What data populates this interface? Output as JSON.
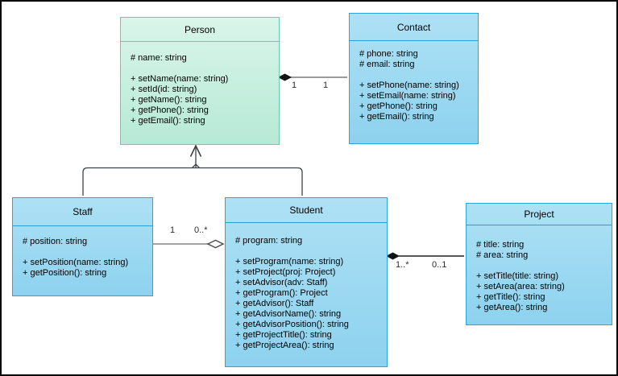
{
  "diagram": {
    "kind": "uml-class-diagram",
    "background_color": "#ffffff",
    "canvas_border_color": "#000000",
    "palette": {
      "green_fill_top": "#d9f5e9",
      "green_fill_bottom": "#b7ead6",
      "green_border": "#6cc9ac",
      "blue_fill_top": "#aee1f5",
      "blue_fill_bottom": "#8dd2ee",
      "blue_border": "#29a4dc",
      "edge_gray": "#9b9b9b",
      "edge_dark": "#3c4247"
    }
  },
  "classes": [
    {
      "title": "Person",
      "color": "green",
      "attributes": [
        "# name: string"
      ],
      "methods": [
        "+ setName(name: string)",
        "+ setId(id: string)",
        "+ getName(): string",
        "+ getPhone(): string",
        "+ getEmail(): string"
      ]
    },
    {
      "title": "Contact",
      "color": "blue",
      "attributes": [
        "# phone: string",
        "# email: string"
      ],
      "methods": [
        "+ setPhone(name: string)",
        "+ setEmail(name: string)",
        "+ getPhone(): string",
        "+ getEmail(): string"
      ]
    },
    {
      "title": "Staff",
      "color": "blue",
      "attributes": [
        "# position: string"
      ],
      "methods": [
        "+ setPosition(name: string)",
        "+ getPosition(): string"
      ]
    },
    {
      "title": "Student",
      "color": "blue",
      "attributes": [
        "# program: string"
      ],
      "methods": [
        "+ setProgram(name: string)",
        "+ setProject(proj: Project)",
        "+ setAdvisor(adv: Staff)",
        "+ getProgram(): Project",
        "+ getAdvisor(): Staff",
        "+ getAdvisorName(): string",
        "+ getAdvisorPosition(): string",
        "+ getProjectTitle(): string",
        "+ getProjectArea(): string"
      ]
    },
    {
      "title": "Project",
      "color": "blue",
      "attributes": [
        "# title: string",
        "# area: string"
      ],
      "methods": [
        "+ setTitle(title: string)",
        "+ setArea(area: string)",
        "+ getTitle(): string",
        "+ getArea(): string"
      ]
    }
  ],
  "relationships": [
    {
      "from": "Person",
      "to": "Contact",
      "type": "composition",
      "diamond_at": "Person",
      "source_multiplicity": "1",
      "target_multiplicity": "1"
    },
    {
      "from": "Staff",
      "to": "Person",
      "type": "generalization"
    },
    {
      "from": "Student",
      "to": "Person",
      "type": "generalization"
    },
    {
      "from": "Staff",
      "to": "Student",
      "type": "aggregation",
      "diamond_at": "Student",
      "source_multiplicity": "1",
      "target_multiplicity": "0..*"
    },
    {
      "from": "Student",
      "to": "Project",
      "type": "composition",
      "diamond_at": "Student",
      "source_multiplicity": "1..*",
      "target_multiplicity": "0..1"
    }
  ]
}
